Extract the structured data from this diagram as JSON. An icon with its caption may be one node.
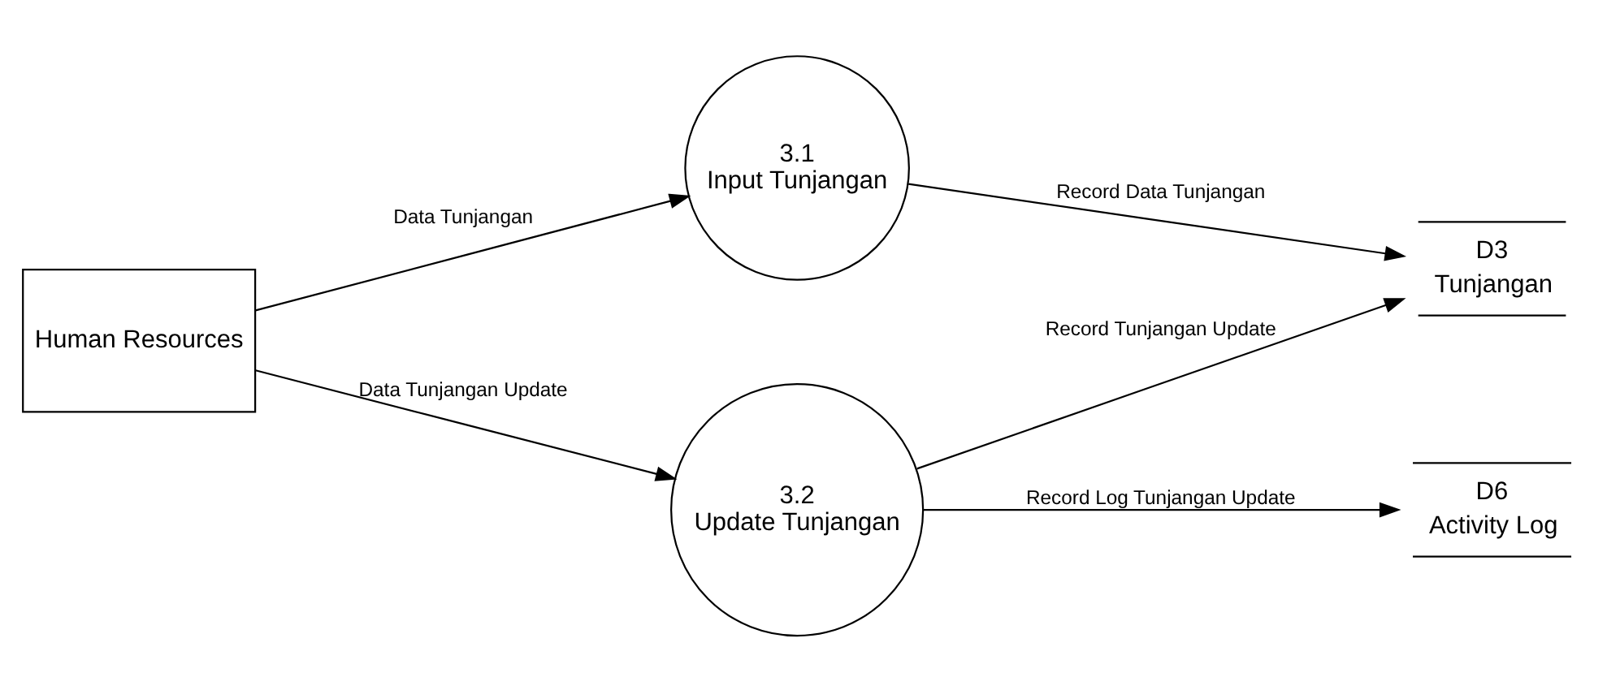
{
  "diagram": {
    "nodes": [
      {
        "text": [
          "Human Resources"
        ]
      },
      {
        "text": [
          "3.1",
          "Input Tunjangan"
        ]
      },
      {
        "text": [
          "D3",
          "Tunjangan"
        ]
      },
      {
        "text": [
          "3.2",
          "Update Tunjangan"
        ]
      },
      {
        "text": [
          "D6",
          "Activity Log"
        ]
      }
    ],
    "edges": [
      {
        "from": 0,
        "to": 1,
        "arrow": "to",
        "label": "Data Tunjangan"
      },
      {
        "from": 1,
        "to": 2,
        "arrow": "to",
        "label": "Record Data Tunjangan"
      },
      {
        "from": 0,
        "to": 3,
        "arrow": "to",
        "label": "Data Tunjangan Update"
      },
      {
        "from": 3,
        "to": 2,
        "arrow": "to",
        "label": "Record Tunjangan Update"
      },
      {
        "from": 3,
        "to": 4,
        "arrow": "to",
        "label": "Record Log Tunjangan Update"
      }
    ]
  }
}
